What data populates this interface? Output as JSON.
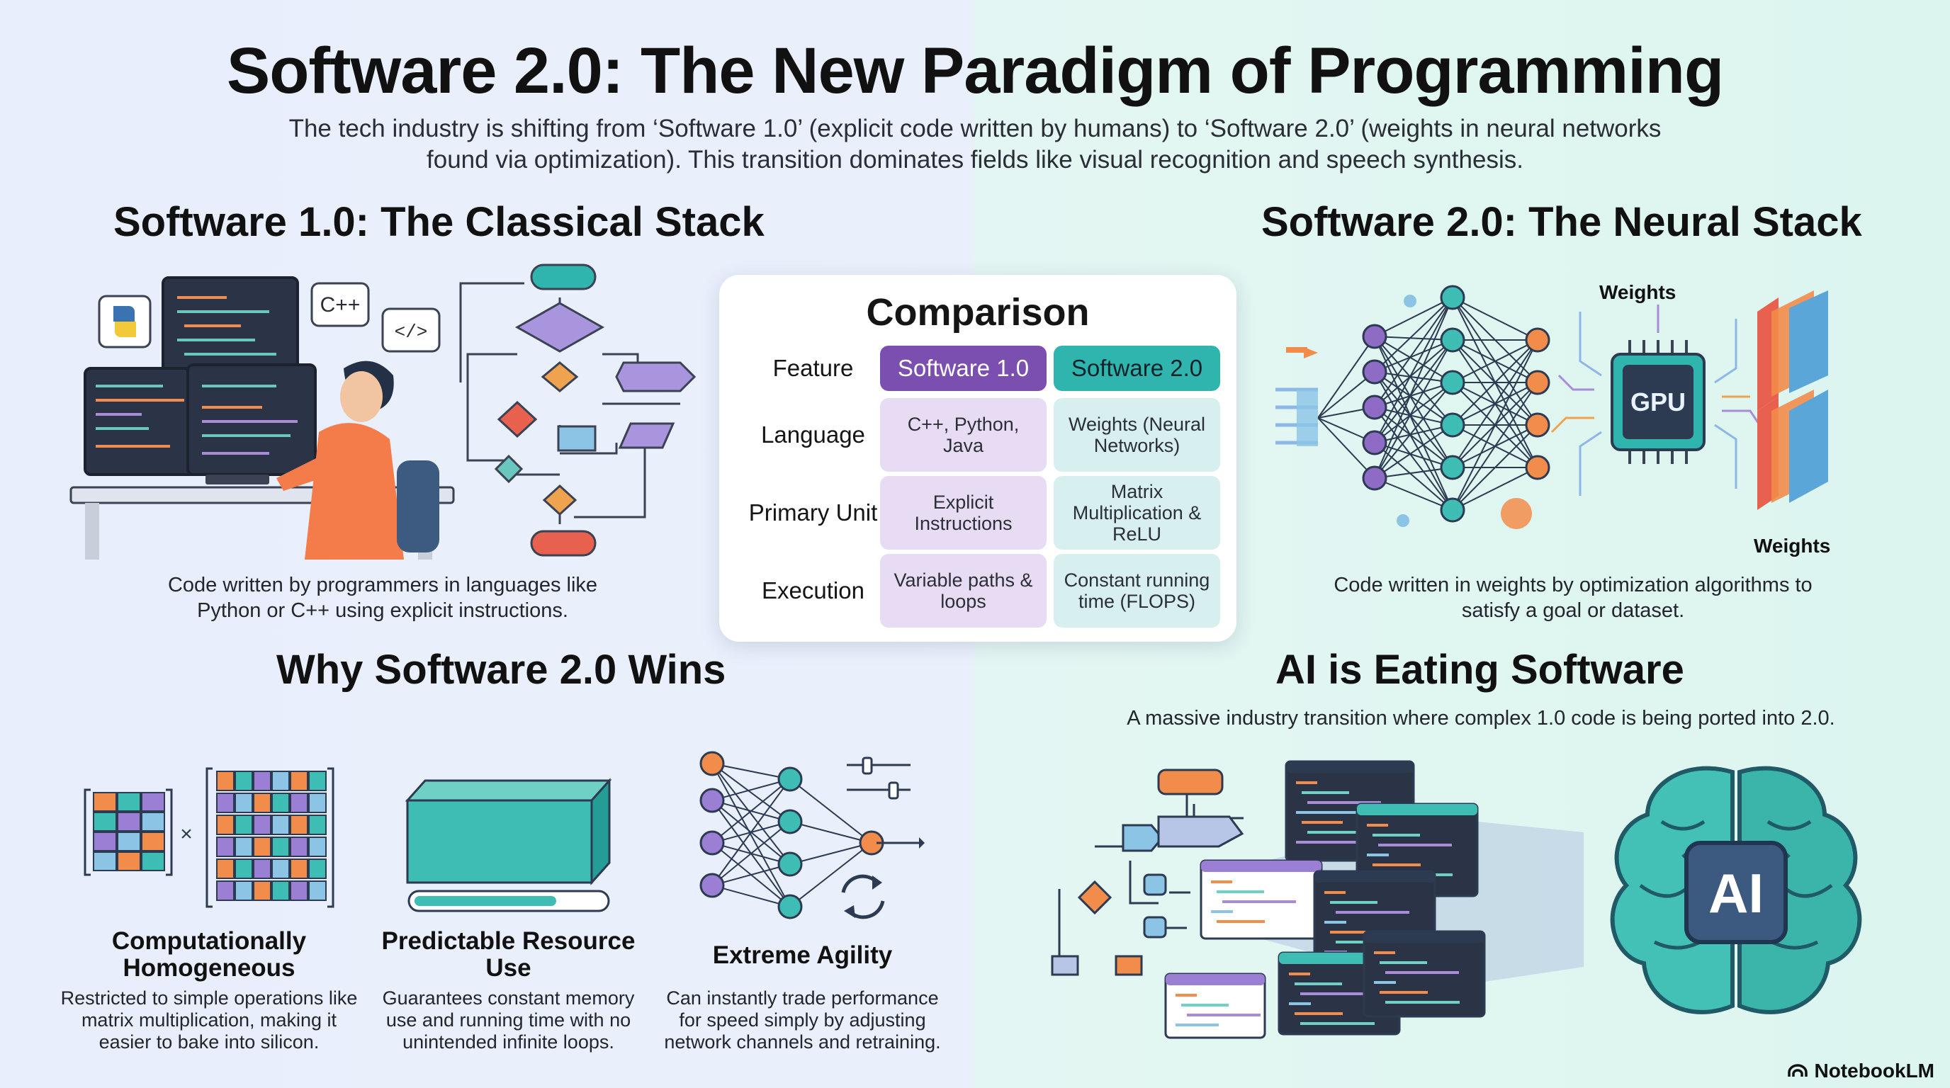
{
  "header": {
    "title": "Software 2.0: The New Paradigm of Programming",
    "subtitle": "The tech industry is shifting from ‘Software 1.0’ (explicit code written by humans) to ‘Software 2.0’ (weights in neural networks found via optimization). This transition dominates fields like visual recognition and speech synthesis."
  },
  "classical": {
    "title": "Software 1.0: The Classical Stack",
    "caption": "Code written by programmers in languages like Python or C++ using explicit instructions.",
    "badge_cpp": "C++",
    "badge_code": "</>"
  },
  "neural": {
    "title": "Software 2.0: The Neural Stack",
    "caption": "Code written in weights by optimization algorithms to satisfy a goal or dataset.",
    "weights_top": "Weights",
    "weights_bottom": "Weights",
    "gpu_label": "GPU"
  },
  "comparison": {
    "title": "Comparison",
    "feature_header": "Feature",
    "col1": "Software 1.0",
    "col2": "Software 2.0",
    "rows": [
      {
        "label": "Language",
        "v1": "C++, Python, Java",
        "v2": "Weights (Neural Networks)"
      },
      {
        "label": "Primary Unit",
        "v1": "Explicit Instructions",
        "v2": "Matrix Multiplication & ReLU"
      },
      {
        "label": "Execution",
        "v1": "Variable paths & loops",
        "v2": "Constant running time (FLOPS)"
      }
    ]
  },
  "wins": {
    "title": "Why Software 2.0 Wins",
    "items": [
      {
        "title": "Computationally Homogeneous",
        "desc": "Restricted to simple operations like matrix multiplication, making it easier to bake into silicon."
      },
      {
        "title": "Predictable Resource Use",
        "desc": "Guarantees constant memory use and running time with no unintended infinite loops."
      },
      {
        "title": "Extreme Agility",
        "desc": "Can instantly trade performance for speed simply by adjusting network channels and retraining."
      }
    ],
    "times_symbol": "×"
  },
  "eating": {
    "title": "AI is Eating Software",
    "caption": "A massive industry transition where complex 1.0 code is being ported into 2.0.",
    "ai_label": "AI"
  },
  "brand": "NotebookLM",
  "colors": {
    "purple": "#7b4fb0",
    "teal": "#2fb5ad",
    "orange": "#f28c4a",
    "red": "#e8614f",
    "navy": "#2c3a52"
  }
}
